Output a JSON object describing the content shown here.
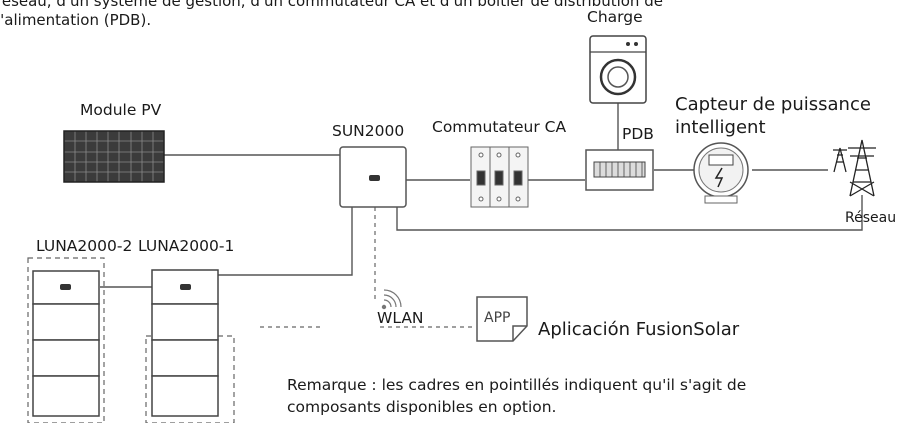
{
  "intro": {
    "line1": "réseau, d'un système de gestion, d'un commutateur CA et d'un boîtier de distribution de",
    "line2": "l'alimentation (PDB)."
  },
  "labels": {
    "charge": "Charge",
    "module_pv": "Module PV",
    "sun2000": "SUN2000",
    "commutateur": "Commutateur CA",
    "pdb": "PDB",
    "capteur_line1": "Capteur de puissance",
    "capteur_line2": "intelligent",
    "reseau": "Réseau",
    "luna2": "LUNA2000-2",
    "luna1": "LUNA2000-1",
    "wlan": "WLAN",
    "app_icon": "APP",
    "app_name": "Aplicación FusionSolar"
  },
  "note": {
    "line1": "Remarque : les cadres en pointillés indiquent qu'il s'agit de",
    "line2": "composants disponibles en option."
  }
}
